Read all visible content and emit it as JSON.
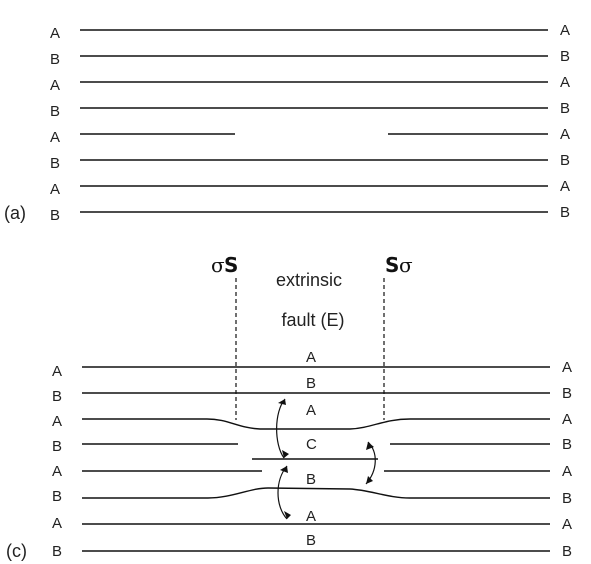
{
  "panel_a": {
    "label": "(a)",
    "left_labels": [
      "A",
      "B",
      "A",
      "B",
      "A",
      "B",
      "A",
      "B"
    ],
    "right_labels": [
      "A",
      "B",
      "A",
      "B",
      "A",
      "B",
      "A",
      "B"
    ]
  },
  "panel_c": {
    "label": "(c)",
    "left_labels": [
      "A",
      "B",
      "A",
      "B",
      "A",
      "B",
      "A",
      "B"
    ],
    "right_labels": [
      "A",
      "B",
      "A",
      "B",
      "A",
      "B",
      "A",
      "B"
    ],
    "center_labels": [
      "A",
      "B",
      "A",
      "C",
      "B",
      "A",
      "B"
    ],
    "left_partial_sigma": "σ",
    "left_partial_s": "S",
    "right_partial_s": "S",
    "right_partial_sigma": "σ",
    "fault_line1": "extrinsic",
    "fault_line2": "fault (E)"
  }
}
